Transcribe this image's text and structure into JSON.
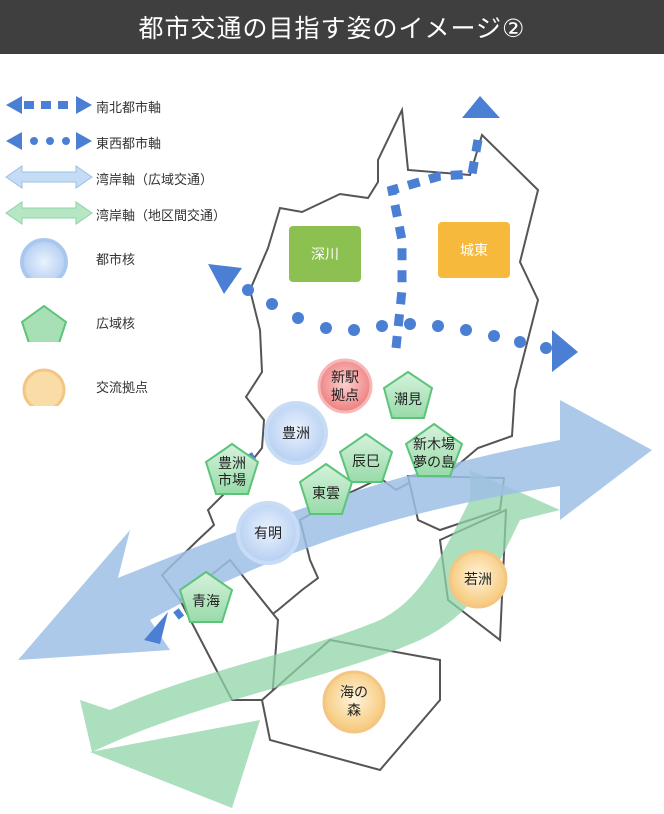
{
  "title": "都市交通の目指す姿のイメージ②",
  "legend": {
    "ns_axis": "南北都市軸",
    "ew_axis": "東西都市軸",
    "bay_wide": "湾岸軸（広域交通）",
    "bay_local": "湾岸軸（地区間交通）",
    "urban_core": "都市核",
    "wide_core": "広域核",
    "exchange_hub": "交流拠点"
  },
  "colors": {
    "axis_blue": "#4a7fd4",
    "bay_wide_blue": "#9dbfe6",
    "bay_local_green": "#8fd4a8",
    "urban_core_fill": "#c9dcf6",
    "wide_core_fill": "#a8e0b6",
    "exchange_fill": "#f8d9a0",
    "new_station_fill": "#f29a9a",
    "fukagawa": "#8cc152",
    "joto": "#f6b93b"
  },
  "areas": {
    "fukagawa": "深川",
    "joto": "城東"
  },
  "places": {
    "new_station": [
      "新駅",
      "拠点"
    ],
    "shiomi": "潮見",
    "toyosu": "豊洲",
    "toyosu_market": [
      "豊洲",
      "市場"
    ],
    "tatsumi": "辰巳",
    "shinkiba": [
      "新木場",
      "夢の島"
    ],
    "shinonome": "東雲",
    "ariake": "有明",
    "aomi": "青海",
    "wakasu": "若洲",
    "uminomori": [
      "海の",
      "森"
    ]
  }
}
